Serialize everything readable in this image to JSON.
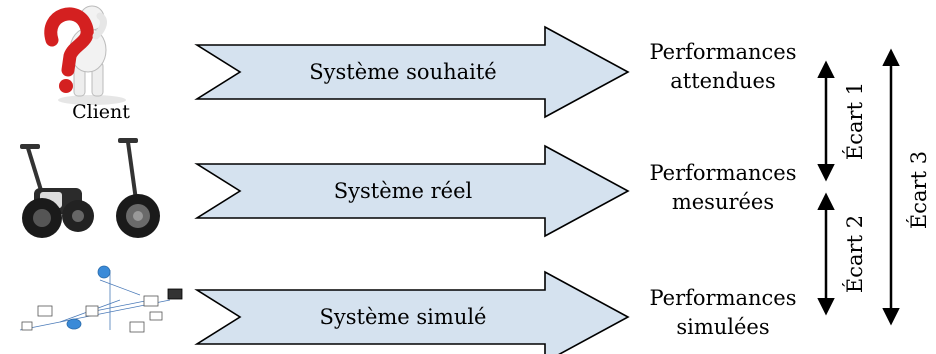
{
  "client": {
    "label": "Client"
  },
  "rows": [
    {
      "system": "Système souhaité",
      "perf_line1": "Performances",
      "perf_line2": "attendues"
    },
    {
      "system": "Système réel",
      "perf_line1": "Performances",
      "perf_line2": "mesurées"
    },
    {
      "system": "Système simulé",
      "perf_line1": "Performances",
      "perf_line2": "simulées"
    }
  ],
  "gaps": [
    {
      "label": "Écart 1"
    },
    {
      "label": "Écart 2"
    },
    {
      "label": "Écart 3"
    }
  ],
  "colors": {
    "arrow_fill": "#d5e2ef",
    "client_red": "#d42020",
    "figure_white": "#f2f2f2"
  }
}
